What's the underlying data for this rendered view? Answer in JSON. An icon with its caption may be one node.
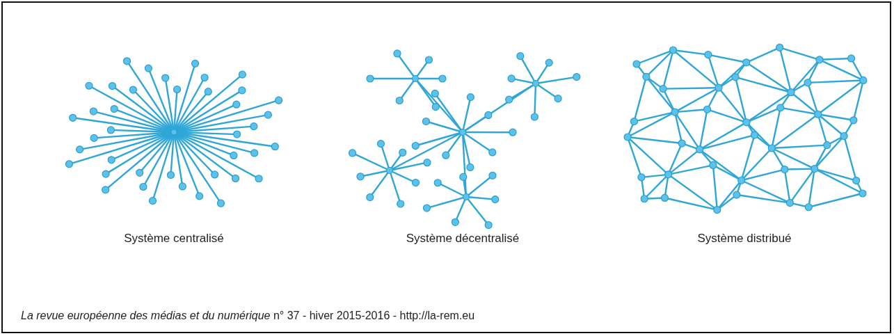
{
  "diagram": {
    "labels": [
      "Système centralisé",
      "Système décentralisé",
      "Système distribué",
      "*La revue européenne des médias et du numérique* n° 37 - hiver 2015-2016 - http://la-rem.eu"
    ]
  }
}
